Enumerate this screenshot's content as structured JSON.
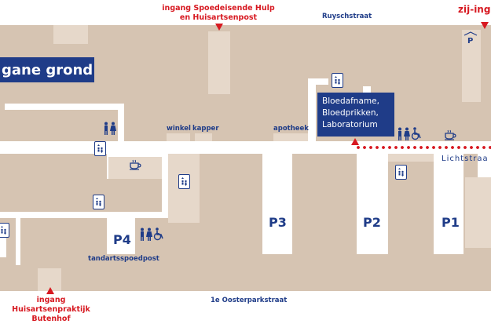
{
  "floor_title": "gane grond",
  "entrances": {
    "top_center": "ingang Spoedeisende Hulp\nen Huisartsenpost",
    "top_right": "zij-ing",
    "bottom_left": "ingang Huisartsenpraktijk\nButenhof"
  },
  "streets": {
    "top": "Ruyschstraat",
    "bottom": "1e Oosterparkstraat",
    "right": "Lichtstraa"
  },
  "locations": {
    "winkel": "winkel",
    "kapper": "kapper",
    "apotheek": "apotheek",
    "tandartsspoedpost": "tandartsspoedpost"
  },
  "info_sign": "Bloedafname,\nBloedprikken,\nLaboratorium",
  "parking": [
    "P4",
    "P3",
    "P2",
    "P1"
  ],
  "parking_symbol": "P",
  "icons": [
    "elevator-icon",
    "toilet-icon",
    "wheelchair-icon",
    "coffee-icon",
    "parking-icon",
    "entrance-arrow-icon"
  ],
  "colors": {
    "accent_red": "#d71921",
    "brand_blue": "#1f3c88",
    "building": "#d6c4b2"
  }
}
